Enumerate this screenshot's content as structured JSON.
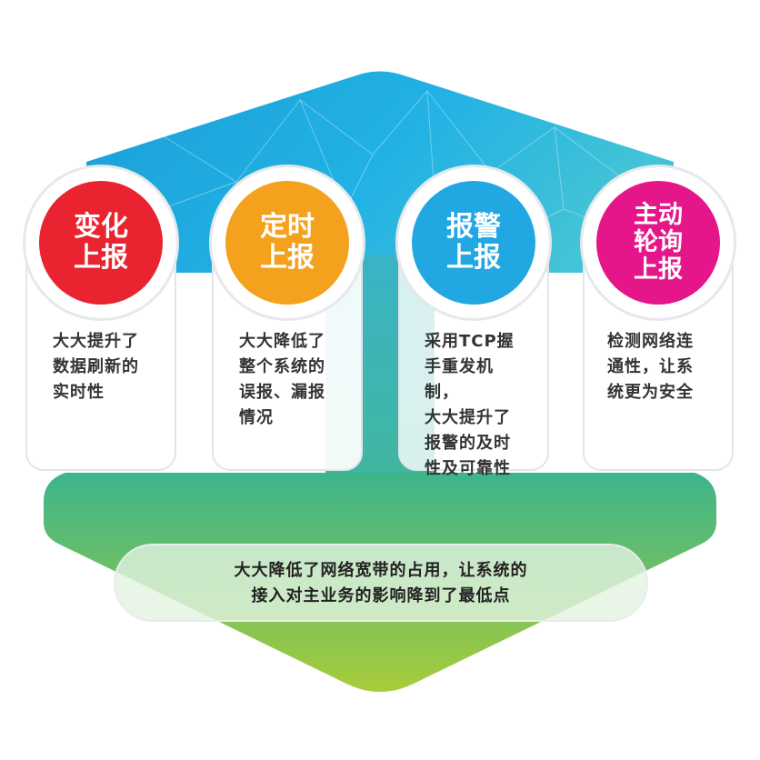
{
  "colors": {
    "top_hex_start": "#1d9fd9",
    "top_hex_end": "#3cc0d8",
    "bottom_arrow_top": "#3fb888",
    "bottom_arrow_bottom": "#a4cb3a",
    "badge_red": "#e92330",
    "badge_orange": "#f4a11d",
    "badge_blue": "#21a7e2",
    "badge_magenta": "#e5168a"
  },
  "cards": [
    {
      "badge_lines": [
        "变化",
        "上报"
      ],
      "desc_lines": [
        "大大提升了",
        "数据刷新的",
        "实时性"
      ]
    },
    {
      "badge_lines": [
        "定时",
        "上报"
      ],
      "desc_lines": [
        "大大降低了",
        "整个系统的",
        "误报、漏报",
        "情况"
      ]
    },
    {
      "badge_lines": [
        "报警",
        "上报"
      ],
      "desc_lines": [
        "采用TCP握",
        "手重发机制，",
        "大大提升了",
        "报警的及时",
        "性及可靠性"
      ]
    },
    {
      "badge_lines": [
        "主动",
        "轮询",
        "上报"
      ],
      "desc_lines": [
        "检测网络连",
        "通性，让系",
        "统更为安全"
      ]
    }
  ],
  "bottom": {
    "lines": [
      "大大降低了网络宽带的占用，让系统的",
      "接入对主业务的影响降到了最低点"
    ]
  }
}
